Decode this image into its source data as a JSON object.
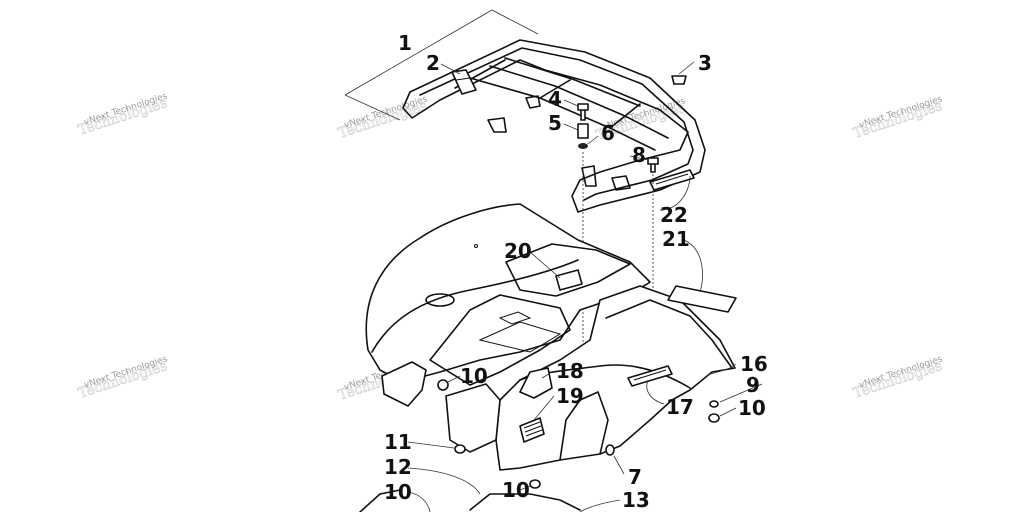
{
  "callouts": {
    "c1": "1",
    "c2": "2",
    "c3": "3",
    "c4": "4",
    "c5": "5",
    "c6": "6",
    "c7": "7",
    "c8": "8",
    "c9": "9",
    "c10a": "10",
    "c10b": "10",
    "c10c": "10",
    "c10d": "10",
    "c11": "11",
    "c12": "12",
    "c13": "13",
    "c16": "16",
    "c17": "17",
    "c18": "18",
    "c19": "19",
    "c20": "20",
    "c21": "21",
    "c22": "22"
  },
  "watermark": {
    "line1": "vNext Technologies",
    "line2": "Technologies"
  },
  "colors": {
    "line": "#111111",
    "watermark": "#9a9a9a"
  }
}
